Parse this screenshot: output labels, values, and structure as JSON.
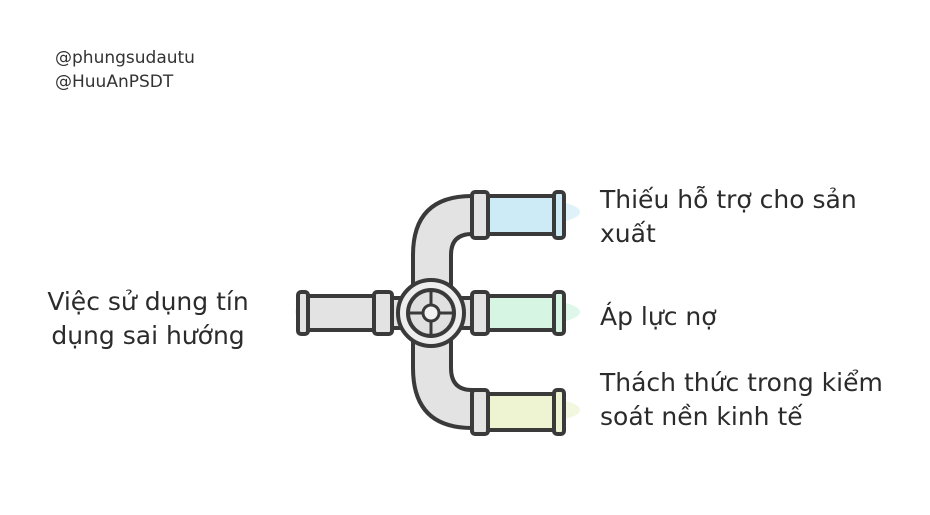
{
  "credits": [
    "@phungsudautu",
    "@HuuAnPSDT"
  ],
  "input_label": "Việc sử dụng tín dụng sai hướng",
  "outputs": [
    {
      "label": "Thiếu hỗ trợ cho sản xuất",
      "color": "#cdebf7"
    },
    {
      "label": "Áp lực nợ",
      "color": "#d6f5e3"
    },
    {
      "label": "Thách thức trong kiểm soát nền kinh tế",
      "color": "#eef4d2"
    }
  ],
  "colors": {
    "outline": "#3a3a3a",
    "pipe": "#e3e3e3",
    "valve": "#ededed"
  }
}
